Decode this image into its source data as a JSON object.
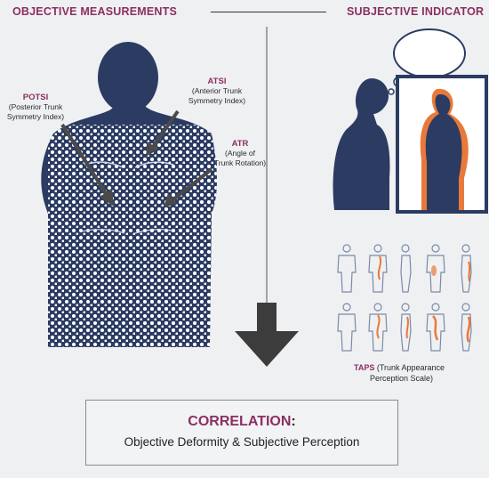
{
  "header": {
    "objective": "OBJECTIVE MEASUREMENTS",
    "subjective": "SUBJECTIVE INDICATOR"
  },
  "labels": {
    "potsi": {
      "title": "POTSI",
      "line1": "(Posterior Trunk",
      "line2": "Symmetry Index)"
    },
    "atsi": {
      "title": "ATSI",
      "line1": "(Anterior Trunk",
      "line2": "Symmetry Index)"
    },
    "atr": {
      "title": "ATR",
      "line1": "(Angle of",
      "line2": "Trunk Rotation)"
    },
    "taps": {
      "title": "TAPS",
      "line1": " (Trunk Appearance",
      "line2": "Perception Scale)"
    }
  },
  "correlation": {
    "title": "CORRELATION",
    "colon": ":",
    "subtitle": "Objective Deformity & Subjective Perception"
  },
  "colors": {
    "navy": "#2b3b62",
    "accent": "#8b2f63",
    "orange": "#e9793a",
    "arrow": "#4a4a4a"
  }
}
